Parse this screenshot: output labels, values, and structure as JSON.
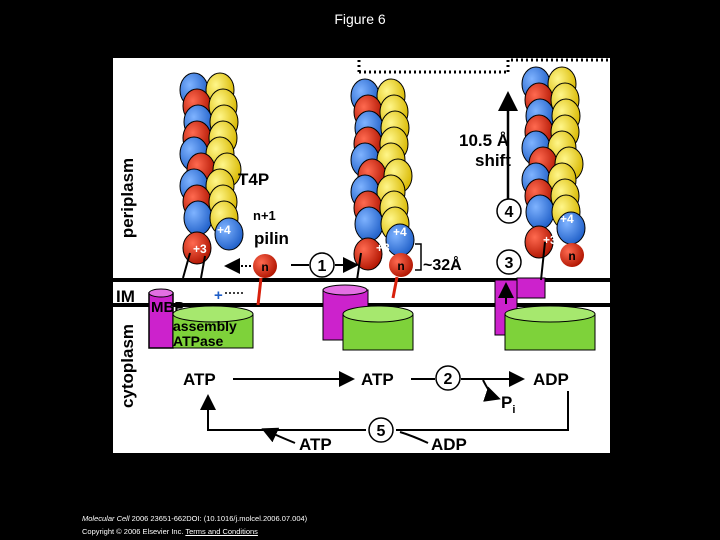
{
  "slide": {
    "title": "Figure 6"
  },
  "figure": {
    "labels": {
      "periplasm": "periplasm",
      "im": "IM",
      "cytoplasm": "cytoplasm",
      "t4p": "T4P",
      "pilin": "pilin",
      "n_plus_1": "n+1",
      "n": "n",
      "plus3": "+3",
      "plus4": "+4",
      "mbp": "MBP",
      "assembly": "assembly",
      "atpase": "ATPase",
      "plus_sign": "+",
      "distance": "~32Å",
      "shift_value": "10.5 Å",
      "shift_word": "shift",
      "atp": "ATP",
      "adp": "ADP",
      "pi_main": "P",
      "pi_sub": "i"
    },
    "steps": [
      "1",
      "2",
      "3",
      "4",
      "5"
    ],
    "colors": {
      "blue": "#3a7fe0",
      "yellow": "#f2dc26",
      "red": "#d8200c",
      "magenta": "#cc22cc",
      "green": "#7ed23a",
      "membrane": "#000000"
    }
  },
  "footer": {
    "journal": "Molecular Cell",
    "citation": " 2006 23651-662DOI: (10.1016/j.molcel.2006.07.004)",
    "copyright": "Copyright © 2006 Elsevier Inc.",
    "terms": "Terms and Conditions"
  }
}
